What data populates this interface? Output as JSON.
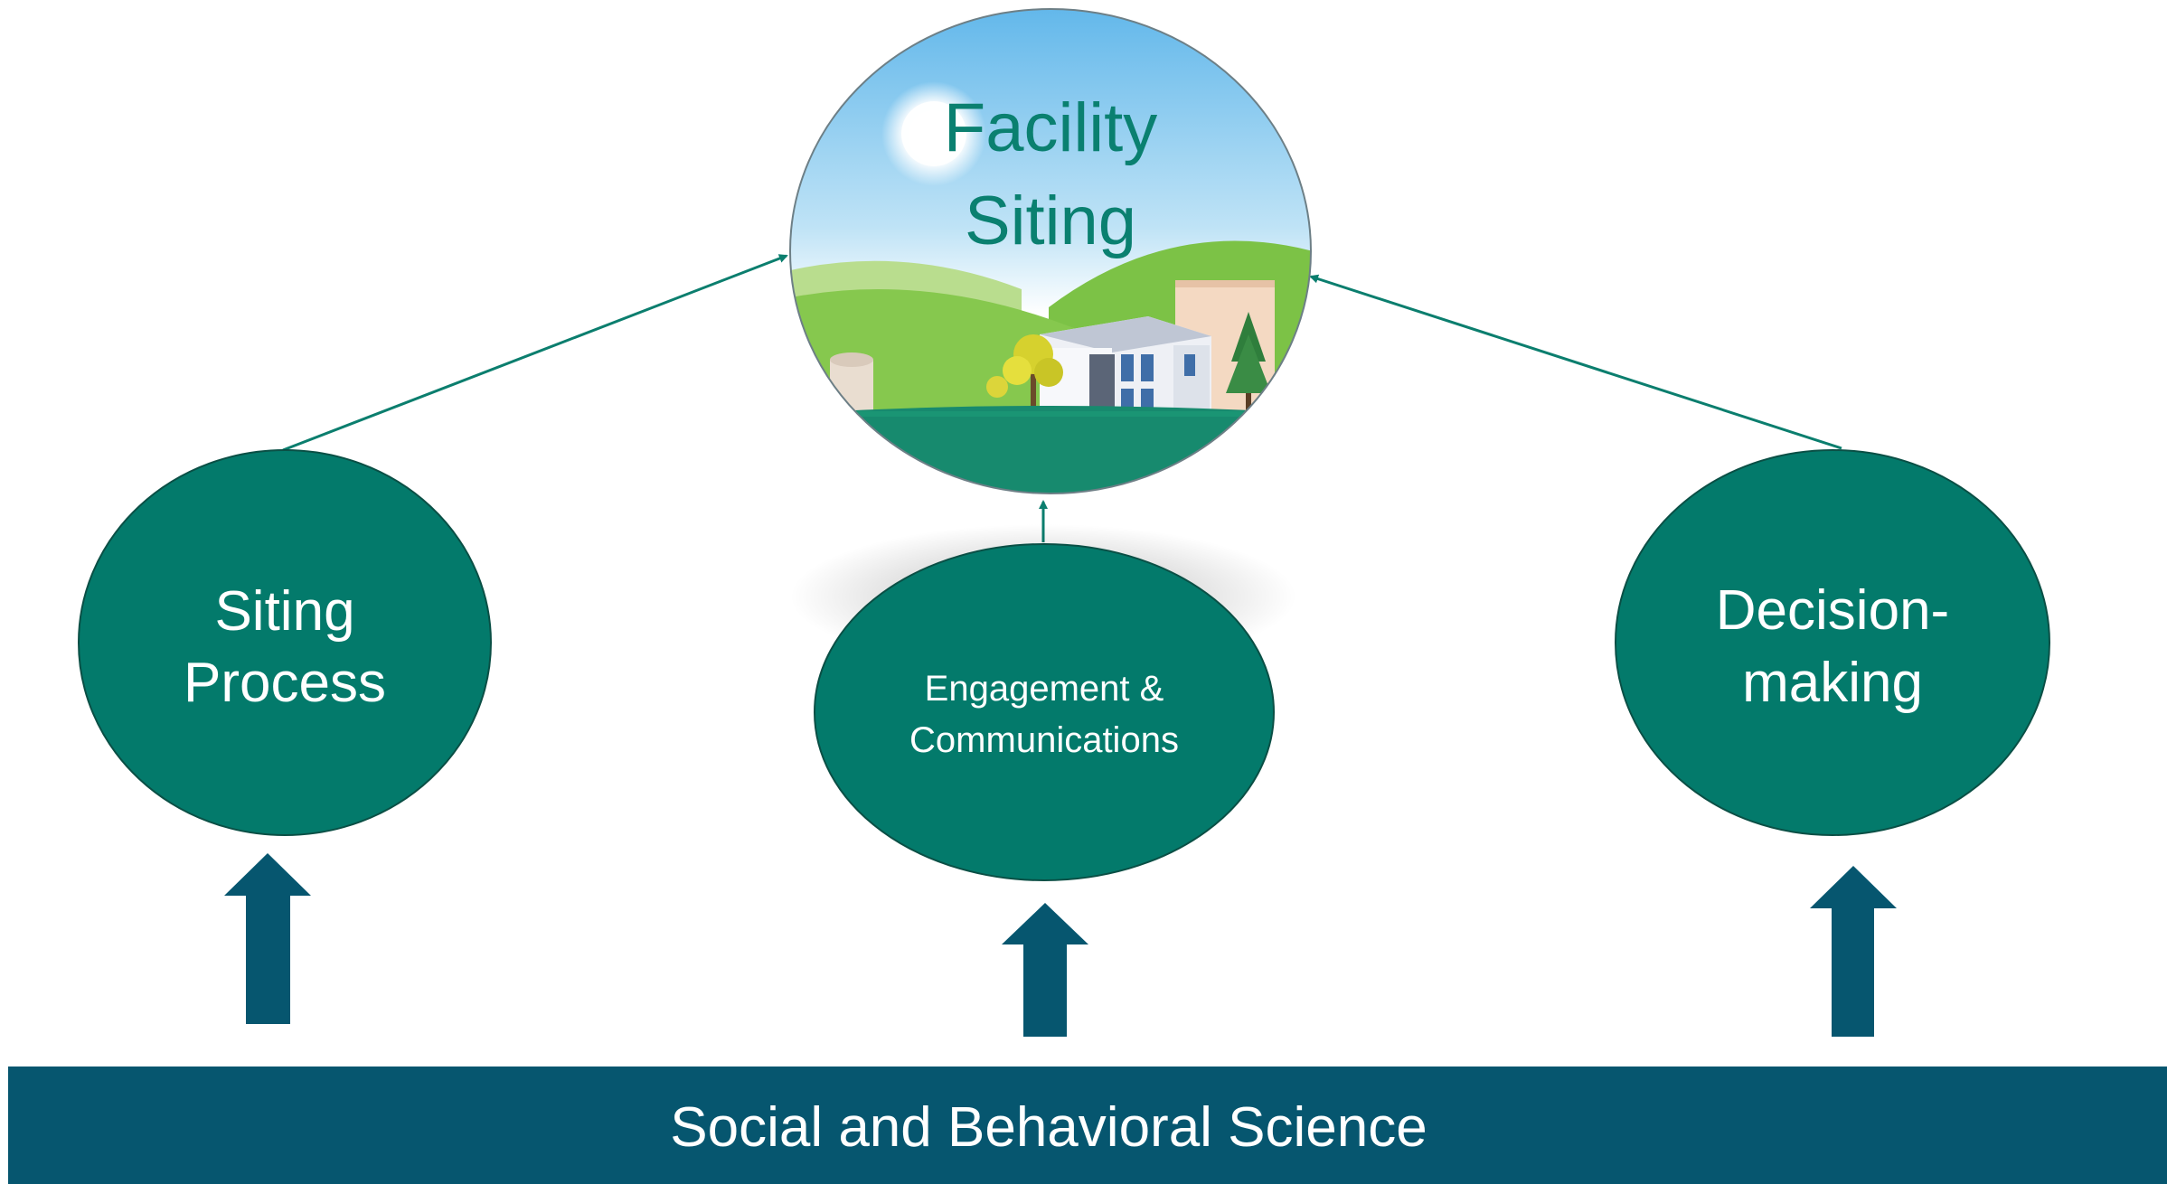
{
  "diagram": {
    "hub": {
      "line1": "Facility",
      "line2": "Siting"
    },
    "nodes": {
      "siting_process": {
        "line1": "Siting",
        "line2": "Process"
      },
      "engagement": {
        "line1": "Engagement &",
        "line2": "Communications"
      },
      "decision_making": {
        "line1": "Decision-",
        "line2": "making"
      }
    },
    "foundation": {
      "label": "Social and Behavioral Science"
    }
  },
  "colors": {
    "node_fill": "#037a6b",
    "node_stroke": "#0a4f45",
    "hub_text": "#0a8070",
    "arrow_fill": "#06566f",
    "foundation_fill": "#06566f",
    "connector_line": "#0b7e6e",
    "sky_top": "#7cc6ef",
    "hill_green": "#7cc246",
    "ground": "#178a6e"
  },
  "icons": {
    "hub_illustration": "facility-landscape-illustration",
    "up_arrows": "up-arrow-icon"
  }
}
